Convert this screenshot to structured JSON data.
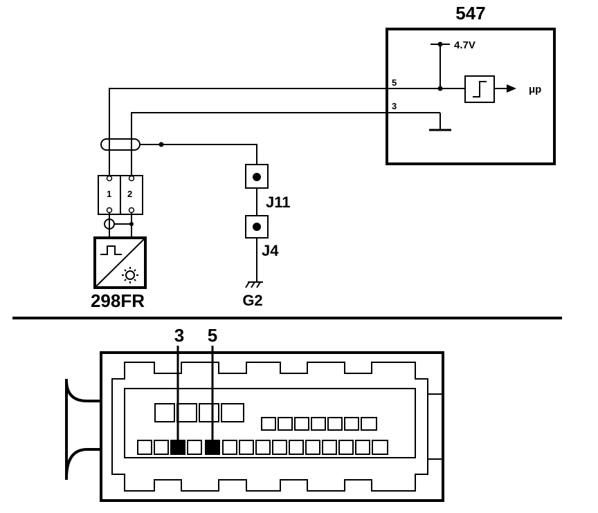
{
  "ecu": {
    "id": "547",
    "voltage": "4.7V",
    "output": "μp",
    "pin_signal": "5",
    "pin_ground": "3"
  },
  "sensor": {
    "id": "298FR",
    "pin_left": "1",
    "pin_right": "2"
  },
  "connectors": {
    "j11": "J11",
    "j4": "J4",
    "ground": "G2"
  },
  "connector_view": {
    "pin_label_a": "3",
    "pin_label_b": "5"
  },
  "colors": {
    "line": "#000000",
    "background": "#ffffff"
  }
}
